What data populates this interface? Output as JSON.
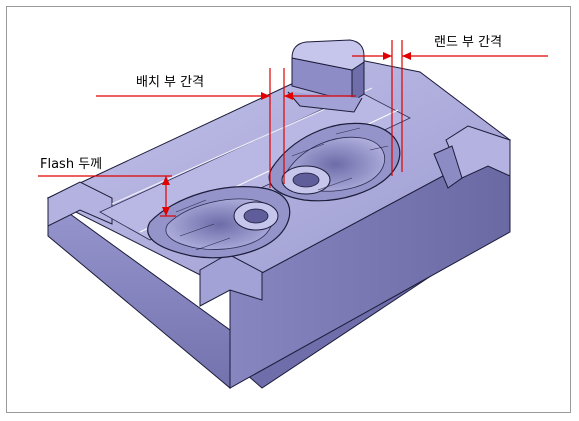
{
  "labels": {
    "land_gap": "랜드 부 간격",
    "placement_gap": "배치 부 간격",
    "flash_thickness": "Flash 두께"
  },
  "colors": {
    "annotation": "#e00000",
    "mold_top": "#a9a8d8",
    "mold_side": "#7e7db8",
    "mold_front": "#8d8cc6",
    "edge": "#1c1c3a"
  }
}
